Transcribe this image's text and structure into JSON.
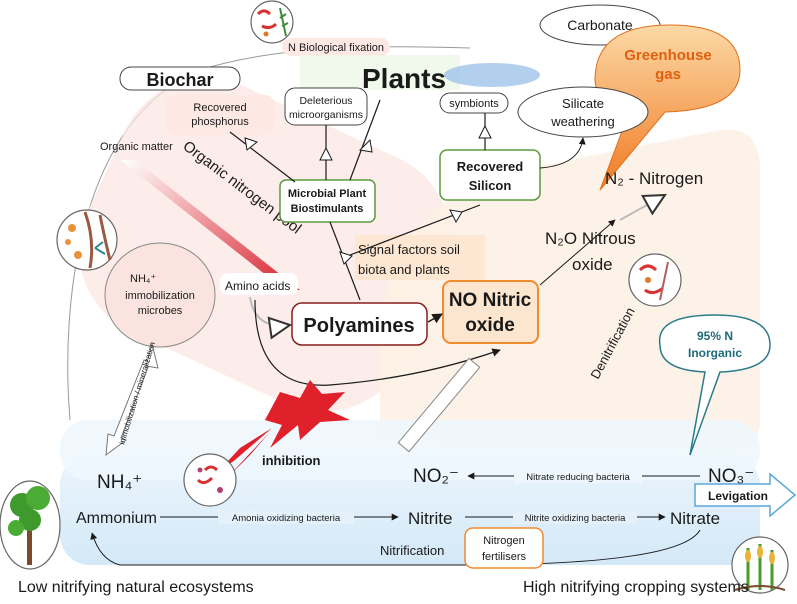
{
  "title": "",
  "nodes": {
    "n_bio": "N Biological fixation",
    "carbonate": "Carbonate",
    "greenhouse": [
      "Greenhouse",
      "gas"
    ],
    "biochar": "Biochar",
    "plants": "Plants",
    "recovered_p": [
      "Recovered",
      "phosphorus"
    ],
    "deleterious": [
      "Deleterious",
      "microorganisms"
    ],
    "symbionts": "symbionts",
    "silicate": [
      "Silicate",
      "weathering"
    ],
    "organic_matter": "Organic matter",
    "org_n_pool": "Organic nitrogen pool",
    "mpb": [
      "Microbial Plant",
      "Biostimulants"
    ],
    "rec_si": [
      "Recovered",
      "Silicon"
    ],
    "n2": "N₂ - Nitrogen",
    "n2o": [
      "N₂O Nitrous",
      "oxide"
    ],
    "signal": [
      "Signal factors soil",
      "biota and plants"
    ],
    "nh4_immob": [
      "NH₄⁺",
      "immobilization",
      "microbes"
    ],
    "amino": "Amino acids",
    "polyamines": "Polyamines",
    "no_nitric": [
      "NO Nitric",
      "oxide"
    ],
    "denitrification": "Denitrification",
    "inorganic_95": [
      "95% N",
      "Inorganic"
    ],
    "immob_min": "immobilization / mineralization",
    "inhibition": "inhibition",
    "nh4": "NH₄⁺",
    "no2": "NO₂⁻",
    "no3": "NO₃⁻",
    "nitrate_reducing": "Nitrate reducing bacteria",
    "levigation": "Levigation",
    "ammonium": "Ammonium",
    "amonia_ox": "Amonia oxidizing bacteria",
    "nitrite": "Nitrite",
    "nitrite_ox": "Nitrite oxidizing bacteria",
    "nitrate": "Nitrate",
    "nitrification": "Nitrification",
    "fertilisers": [
      "Nitrogen",
      "fertilisers"
    ],
    "low_nit": "Low nitrifying natural ecosystems",
    "high_nit": "High nitrifying cropping systems"
  },
  "colors": {
    "green_box": "#5b9a3c",
    "orange": "#f28a2e",
    "orange_fill": "#fde6cf",
    "teal": "#2b7a8c",
    "blue_band": "#5aa7d8",
    "red": "#e0202a",
    "pink_region": "#fbe4e0"
  }
}
